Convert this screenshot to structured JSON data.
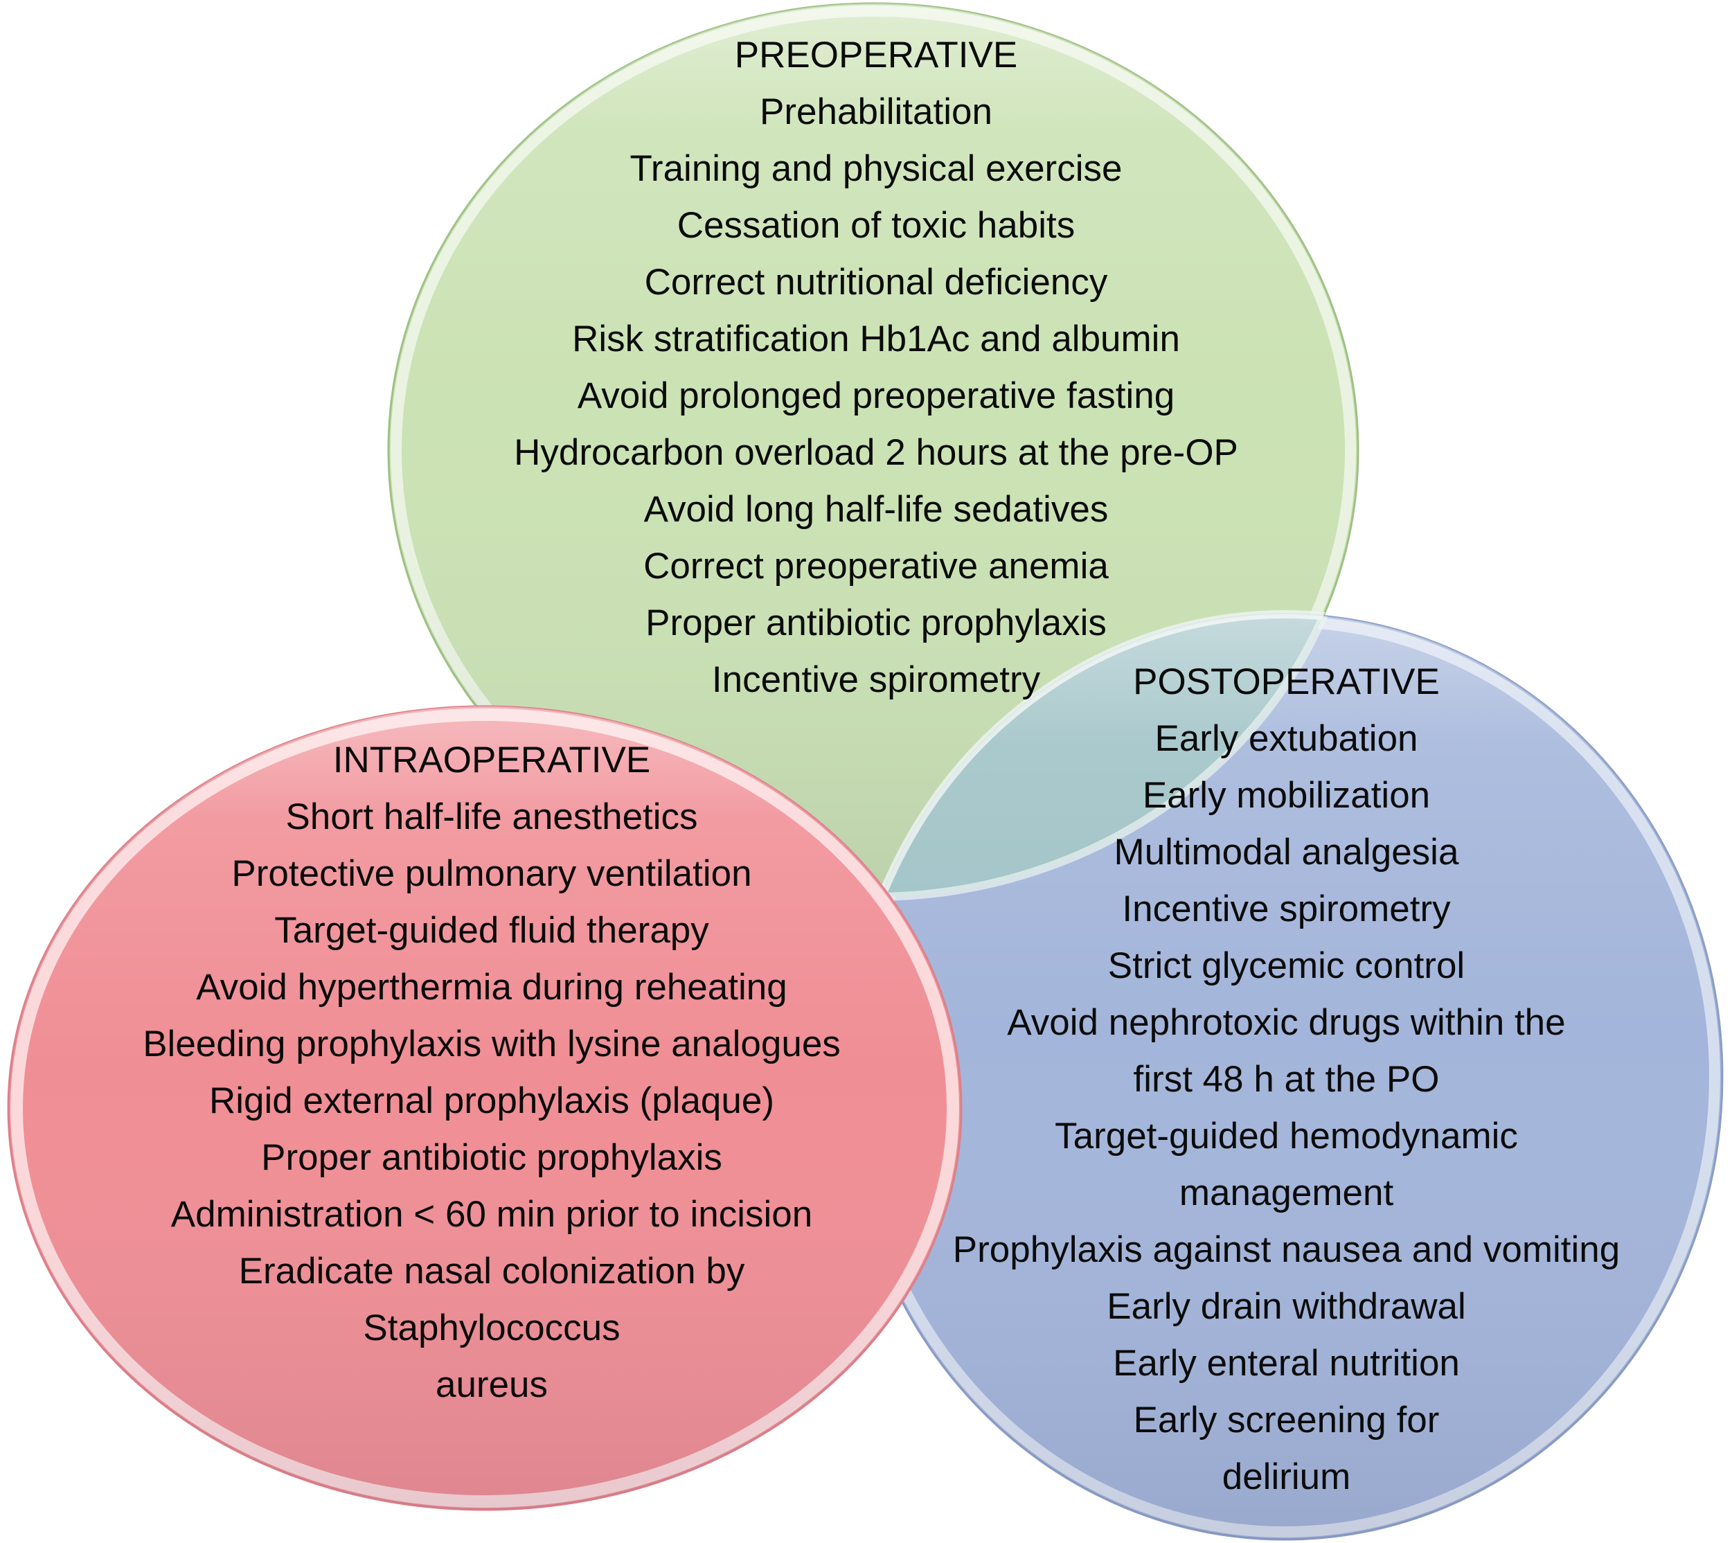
{
  "diagram": {
    "type": "venn-3-circles",
    "background": "#ffffff",
    "text_color": "#0b0b0b",
    "circles": [
      {
        "id": "preoperative",
        "label": "PREOPERATIVE",
        "fill": "#cbe2b4",
        "edge": "#9dc083",
        "items": [
          "Prehabilitation",
          "Training and physical exercise",
          "Cessation of toxic habits",
          "Correct nutritional deficiency",
          "Risk stratification Hb1Ac and albumin",
          "Avoid prolonged preoperative fasting",
          "Hydrocarbon overload 2 hours at the pre-OP",
          "Avoid long half-life sedatives",
          "Correct preoperative anemia",
          "Proper antibiotic prophylaxis",
          "Incentive spirometry"
        ]
      },
      {
        "id": "intraoperative",
        "label": "INTRAOPERATIVE",
        "fill": "#f08e95",
        "edge": "#dd7f89",
        "items": [
          "Short half-life anesthetics",
          "Protective pulmonary ventilation",
          "Target-guided fluid therapy",
          "Avoid hyperthermia during reheating",
          "Bleeding prophylaxis with lysine analogues",
          "Rigid external prophylaxis (plaque)",
          "Proper antibiotic prophylaxis",
          "Administration < 60 min prior to incision",
          "Eradicate nasal colonization by",
          "Staphylococcus",
          "aureus"
        ]
      },
      {
        "id": "postoperative",
        "label": "POSTOPERATIVE",
        "fill": "#a3b5da",
        "edge": "#8a9cc6",
        "items": [
          "Early extubation",
          "Early mobilization",
          "Multimodal analgesia",
          "Incentive spirometry",
          "Strict glycemic control",
          "Avoid nephrotoxic drugs within the",
          "first 48 h at the PO",
          "Target-guided hemodynamic",
          "management",
          "Prophylaxis against nausea and vomiting",
          "Early drain withdrawal",
          "Early enteral nutrition",
          "Early screening for",
          "delirium"
        ]
      }
    ],
    "overlaps": {
      "preoperative_postoperative": {
        "fill": "#9fc2c6"
      }
    }
  }
}
